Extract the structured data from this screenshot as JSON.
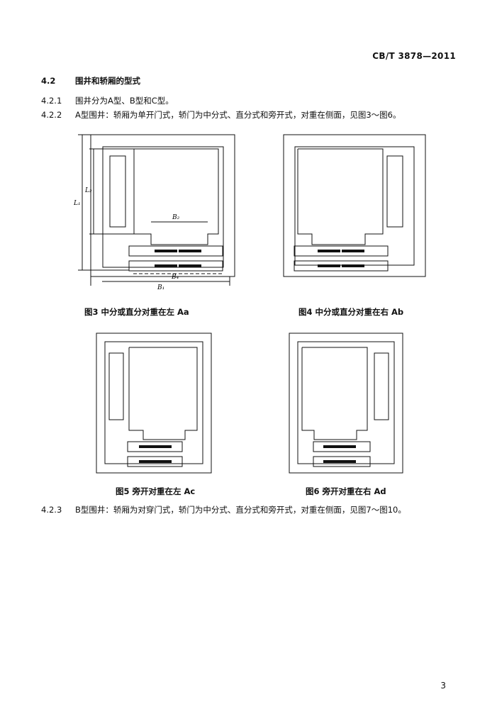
{
  "header": {
    "standard_no": "CB/T 3878—2011"
  },
  "section": {
    "number": "4.2",
    "title": "围井和轿厢的型式"
  },
  "clauses": [
    {
      "number": "4.2.1",
      "text": "围井分为A型、B型和C型。"
    },
    {
      "number": "4.2.2",
      "text": "A型围井：轿厢为单开门式，轿门为中分式、直分式和旁开式，对重在侧面，见图3～图6。"
    },
    {
      "number": "4.2.3",
      "text": "B型围井：轿厢为对穿门式，轿门为中分式、直分式和旁开式，对重在侧面，见图7～图10。"
    }
  ],
  "figures": [
    {
      "id": "fig3",
      "caption": "图3  中分或直分对重在左 Aa",
      "dims": [
        "L₁",
        "L₂",
        "B₂",
        "B₄",
        "B₁"
      ]
    },
    {
      "id": "fig4",
      "caption": "图4  中分或直分对重在右 Ab"
    },
    {
      "id": "fig5",
      "caption": "图5  旁开对重在左 Ac"
    },
    {
      "id": "fig6",
      "caption": "图6  旁开对重在右 Ad"
    }
  ],
  "footer": {
    "page_number": "3"
  }
}
